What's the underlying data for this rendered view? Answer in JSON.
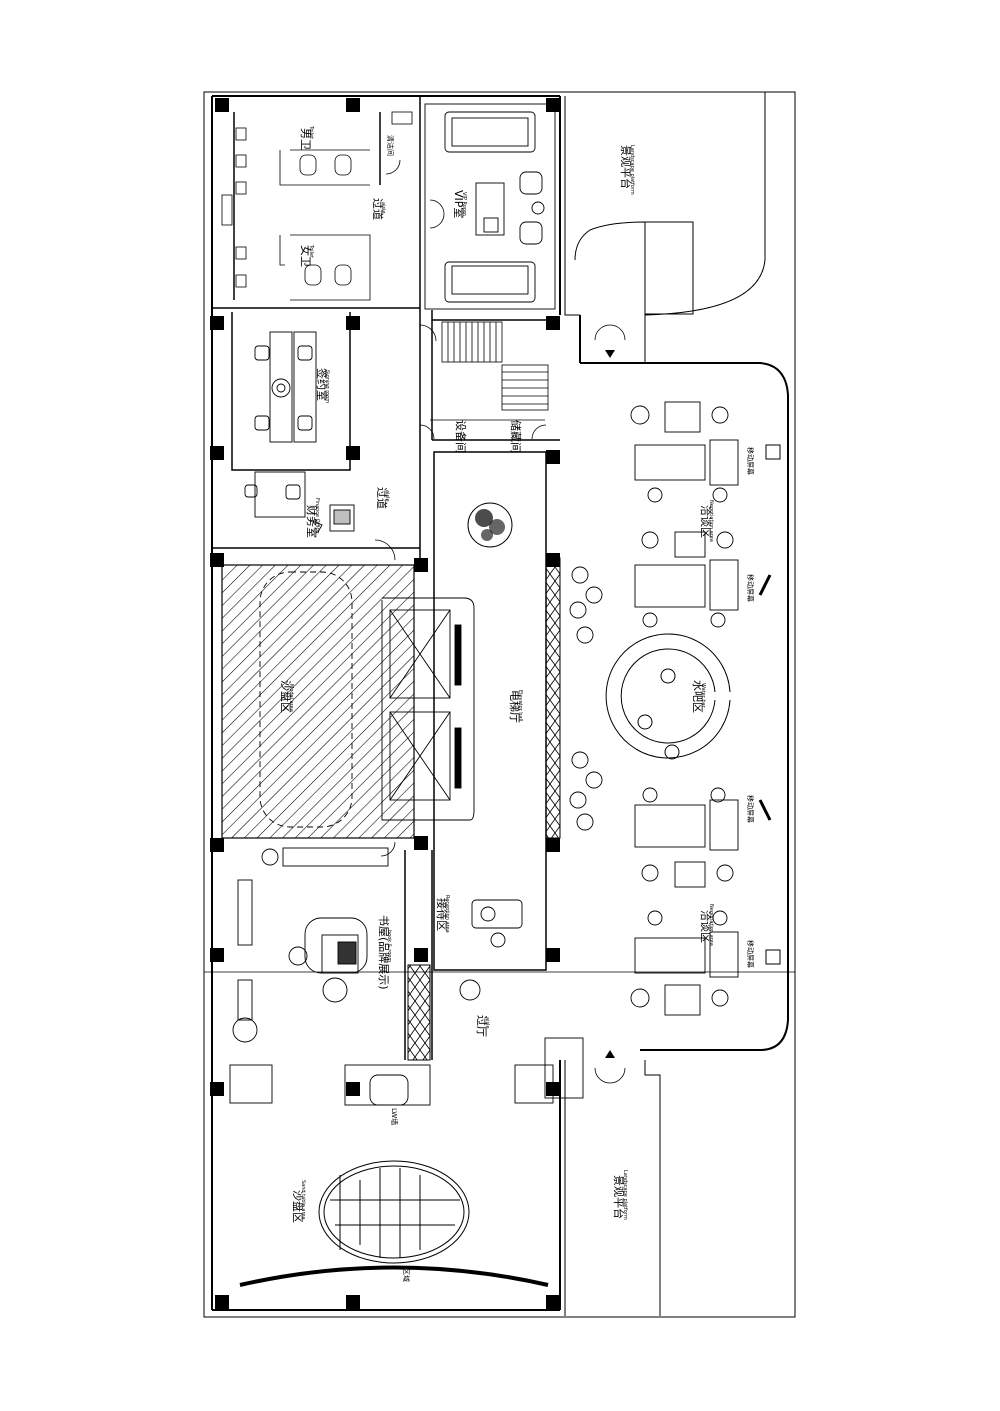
{
  "labels": {
    "landscape_top_zh": "景观平台",
    "landscape_top_en": "Landscape platform",
    "landscape_bottom_zh": "景观平台",
    "landscape_bottom_en": "Landscape platform",
    "vip_zh": "VIP室",
    "vip_en": "VIP Room",
    "toilet_m_zh": "男卫",
    "toilet_m_en": "Toilet",
    "toilet_f_zh": "女卫",
    "toilet_f_en": "Toilet",
    "janitor_zh": "清洁间",
    "aisle_a_zh": "过道",
    "aisle_a_en": "aisle",
    "aisle_b_zh": "过道",
    "aisle_b_en": "aisle",
    "signing_zh": "签约室",
    "signing_en": "Signing room",
    "finance_zh": "财务室",
    "finance_en": "Finance Office",
    "equip_zh": "设备间",
    "storage_zh": "储藏间",
    "elevator_zh": "电梯厅",
    "elevator_en": "Elevator hall",
    "model_zh": "沙盘区",
    "model_en": "Model area",
    "nego_top_zh": "洽谈区",
    "nego_top_en": "Negotiation area",
    "nego_bottom_zh": "洽谈区",
    "nego_bottom_en": "Negotiation area",
    "bar_zh": "水吧区",
    "bar_en": "Water bar",
    "screen_1": "移动屏幕",
    "screen_2": "移动屏幕",
    "screen_3": "移动屏幕",
    "screen_4": "移动屏幕",
    "reception_zh": "接待区",
    "reception_en": "Reception area",
    "bookbar_zh": "书屋(品牌展示)",
    "bookbar_en": "book & room",
    "hall_zh": "过厅",
    "hall_en": "aisle",
    "sand_zh": "沙盘区",
    "sand_en": "Sand table area",
    "lw_wall": "LW墙",
    "lw_area": "区域"
  }
}
